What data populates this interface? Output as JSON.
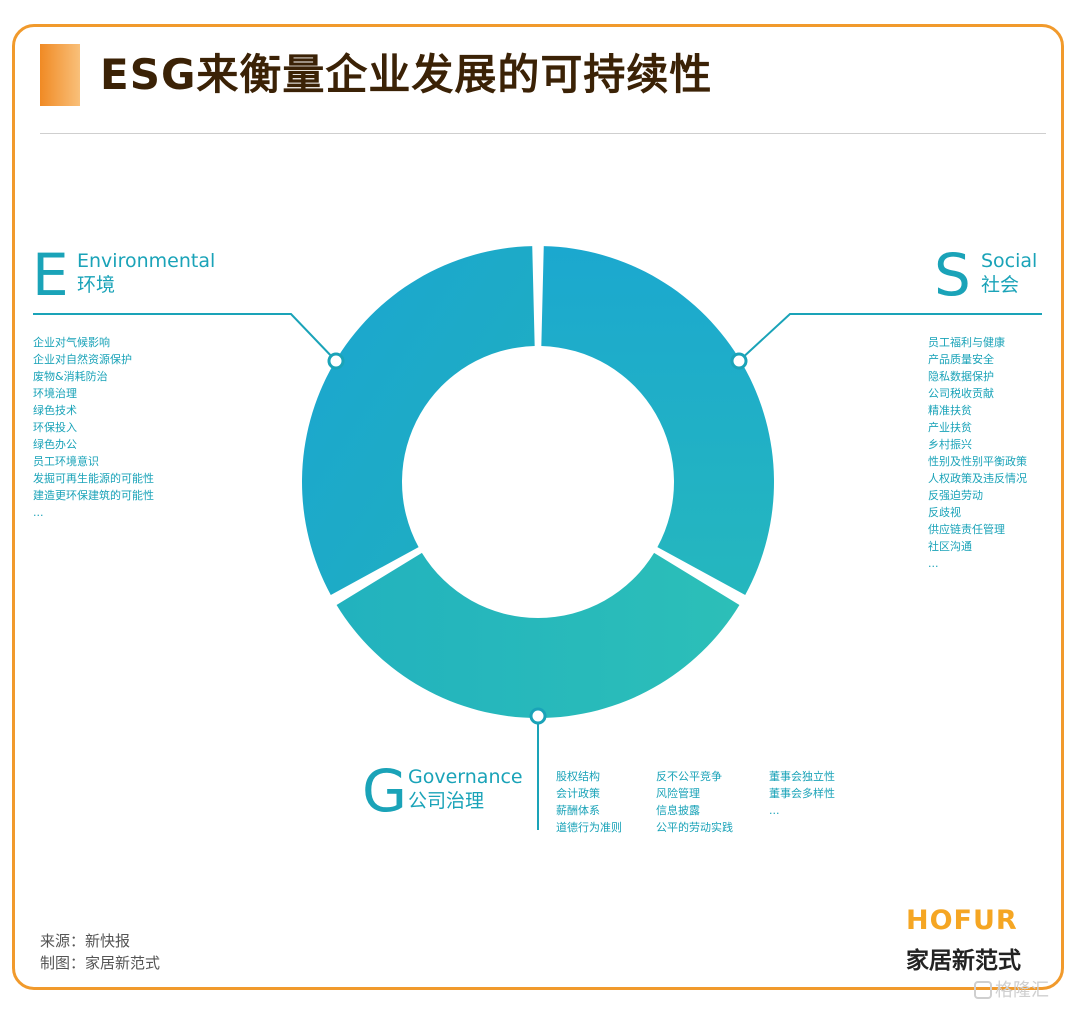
{
  "title": "ESG来衡量企业发展的可持续性",
  "colors": {
    "accent": "#F19A2C",
    "teal": "#1AA3B8",
    "teal_light": "#2ABFB9",
    "teal_blue": "#1BA6D1",
    "title_text": "#3B2206"
  },
  "pillars": {
    "E": {
      "letter": "E",
      "en": "Environmental",
      "zh": "环境",
      "items": [
        "企业对气候影响",
        "企业对自然资源保护",
        "废物&消耗防治",
        "环境治理",
        "绿色技术",
        "环保投入",
        "绿色办公",
        "员工环境意识",
        "发掘可再生能源的可能性",
        "建造更环保建筑的可能性",
        "..."
      ]
    },
    "S": {
      "letter": "S",
      "en": "Social",
      "zh": "社会",
      "items": [
        "员工福利与健康",
        "产品质量安全",
        "隐私数据保护",
        "公司税收贡献",
        "精准扶贫",
        "产业扶贫",
        "乡村振兴",
        "性别及性别平衡政策",
        "人权政策及违反情况",
        "反强迫劳动",
        "反歧视",
        "供应链责任管理",
        "社区沟通",
        "..."
      ]
    },
    "G": {
      "letter": "G",
      "en": "Governance",
      "zh": "公司治理",
      "items_col1": [
        "股权结构",
        "会计政策",
        "薪酬体系",
        "道德行为准则"
      ],
      "items_col2": [
        "反不公平竞争",
        "风险管理",
        "信息披露",
        "公平的劳动实践"
      ],
      "items_col3": [
        "董事会独立性",
        "董事会多样性",
        "..."
      ]
    }
  },
  "source": {
    "line1": "来源：新快报",
    "line2": "制图：家居新范式"
  },
  "brand": {
    "en": "HOFUR",
    "zh": "家居新范式"
  },
  "watermark": "格隆汇"
}
